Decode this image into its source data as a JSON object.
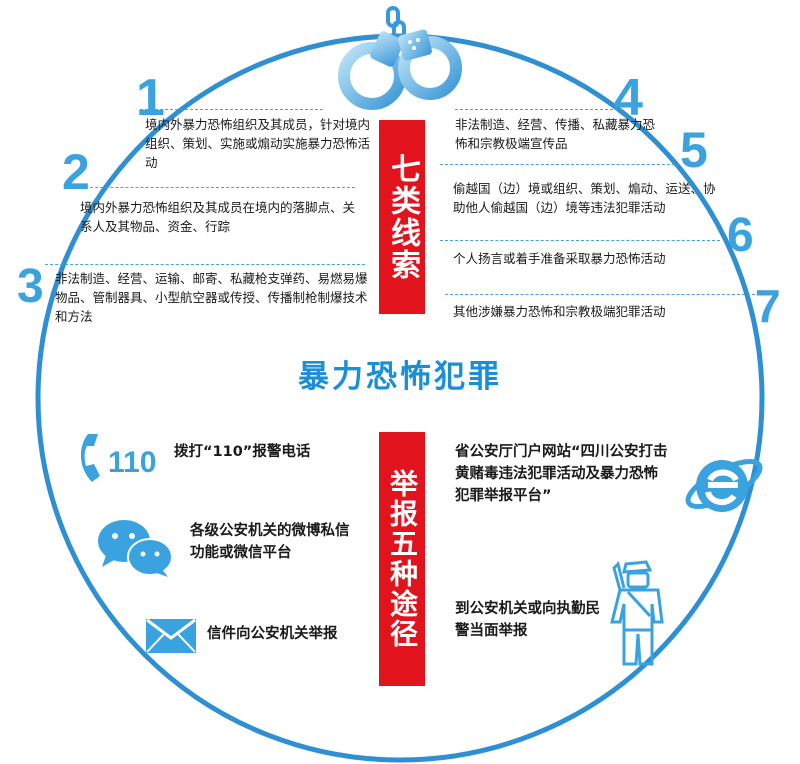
{
  "central_title": "暴力恐怖犯罪",
  "banner_top": "七类线索",
  "banner_bottom": "举报五种途径",
  "clues": [
    {
      "num": "1",
      "text": "境内外暴力恐怖组织及其成员，针对境内组织、策划、实施或煽动实施暴力恐怖活动"
    },
    {
      "num": "2",
      "text": "境内外暴力恐怖组织及其成员在境内的落脚点、关系人及其物品、资金、行踪"
    },
    {
      "num": "3",
      "text": "非法制造、经营、运输、邮寄、私藏枪支弹药、易燃易爆物品、管制器具、小型航空器或传授、传播制枪制爆技术和方法"
    },
    {
      "num": "4",
      "text": "非法制造、经营、传播、私藏暴力恐怖和宗教极端宣传品"
    },
    {
      "num": "5",
      "text": "偷越国（边）境或组织、策划、煽动、运送、协助他人偷越国（边）境等违法犯罪活动"
    },
    {
      "num": "6",
      "text": "个人扬言或着手准备采取暴力恐怖活动"
    },
    {
      "num": "7",
      "text": "其他涉嫌暴力恐怖和宗教极端犯罪活动"
    }
  ],
  "ways": [
    {
      "text": "拨打“110”报警电话",
      "icon": "phone-110-icon",
      "icon_text": "110"
    },
    {
      "text": "各级公安机关的微博私信功能或微信平台",
      "icon": "wechat-icon"
    },
    {
      "text": "信件向公安机关举报",
      "icon": "envelope-icon"
    },
    {
      "text": "省公安厅门户网站“四川公安打击黄赌毒违法犯罪活动及暴力恐怖犯罪举报平台”",
      "icon": "ie-browser-icon"
    },
    {
      "text": "到公安机关或向执勤民警当面举报",
      "icon": "police-officer-icon"
    }
  ],
  "colors": {
    "accent_blue": "#3aa3df",
    "banner_red": "#e1141d",
    "title_blue": "#1b8fd6",
    "ring": "#2f8fd3"
  }
}
